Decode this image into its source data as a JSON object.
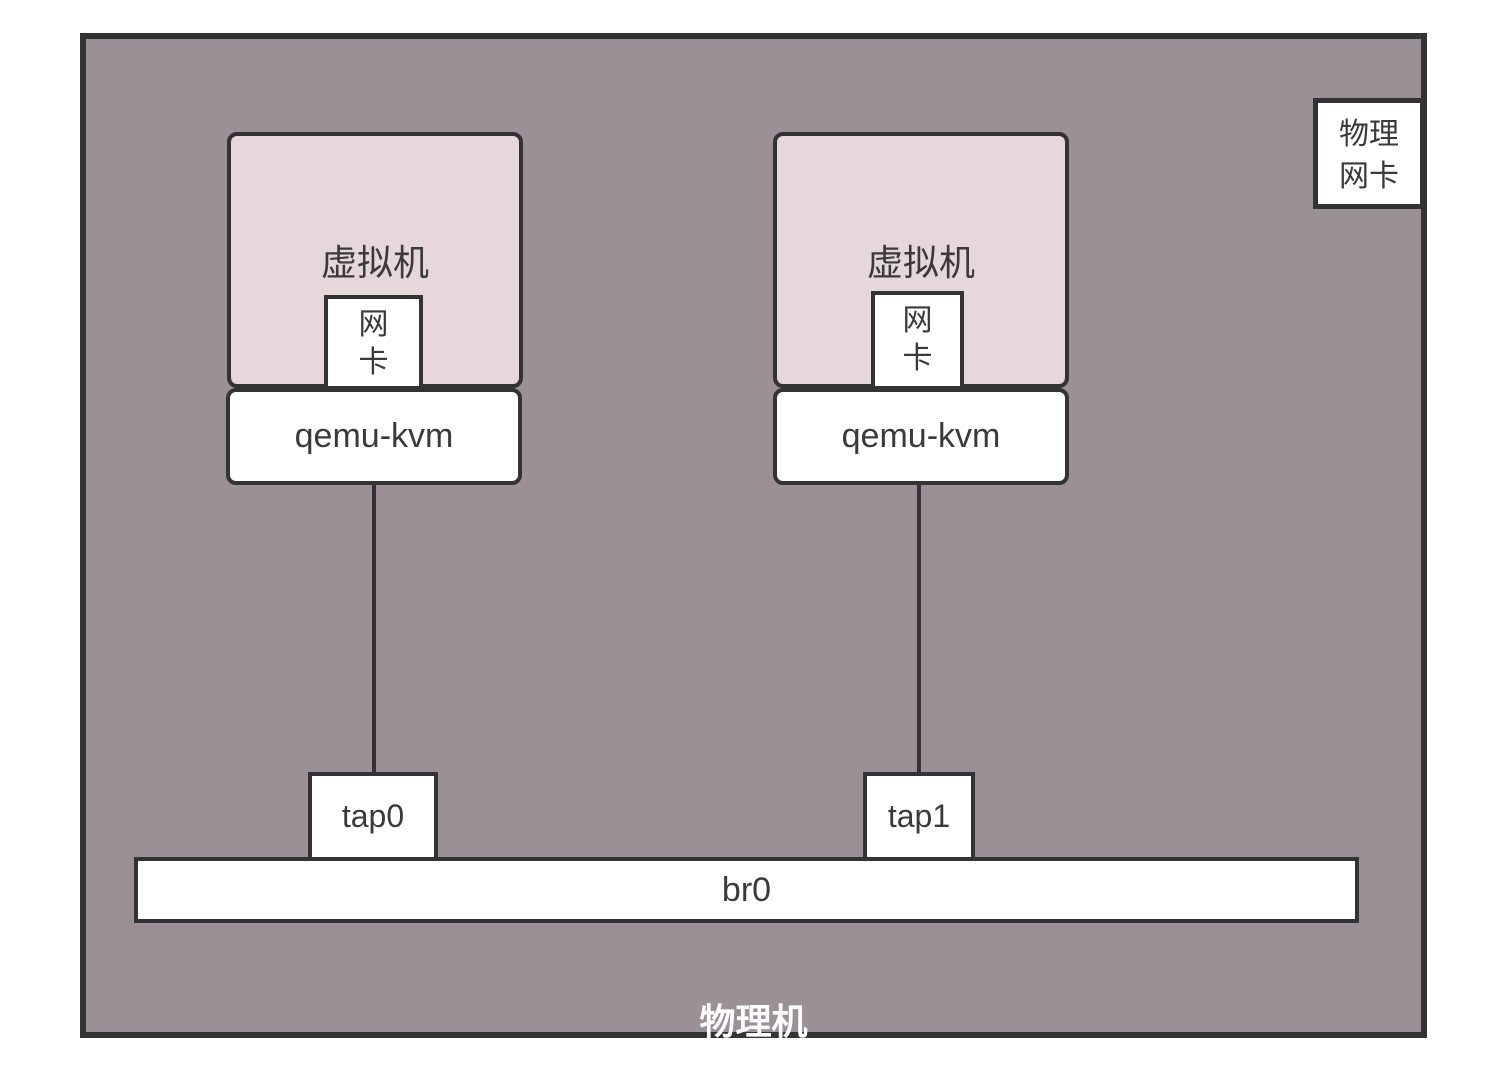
{
  "diagram": {
    "host": {
      "label": "物理机"
    },
    "physical_nic": {
      "line1": "物理",
      "line2": "网卡"
    },
    "vms": [
      {
        "label": "虚拟机",
        "nic": {
          "line1": "网",
          "line2": "卡"
        },
        "hypervisor": "qemu-kvm",
        "tap": "tap0"
      },
      {
        "label": "虚拟机",
        "nic": {
          "line1": "网",
          "line2": "卡"
        },
        "hypervisor": "qemu-kvm",
        "tap": "tap1"
      }
    ],
    "bridge": {
      "label": "br0"
    },
    "colors": {
      "host_fill": "#9a9096",
      "vm_fill": "#e6d7db",
      "box_fill": "#ffffff",
      "border": "#333333",
      "text": "#3a3a3a",
      "host_label": "#ffffff"
    }
  }
}
